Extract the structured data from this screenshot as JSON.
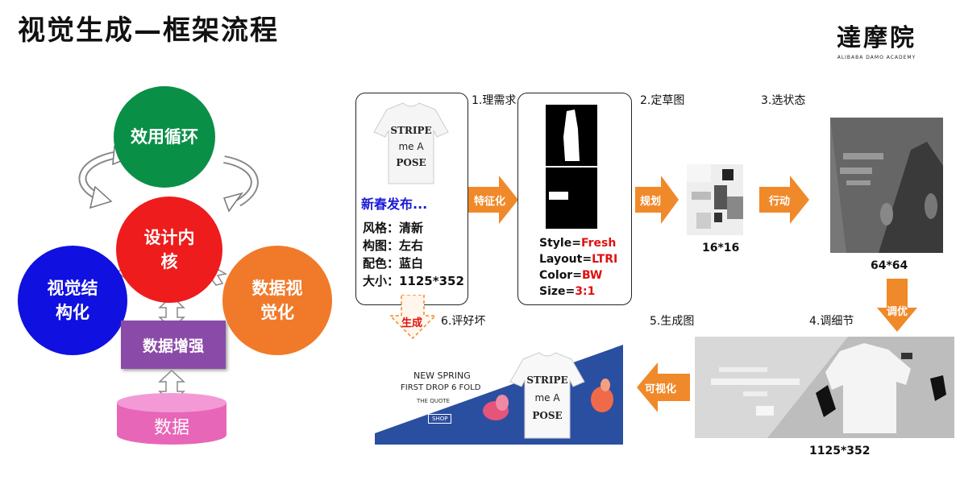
{
  "title": "视觉生成—框架流程",
  "logo": {
    "cn": "達摩院",
    "en": "ALIBABA DAMO ACADEMY"
  },
  "framework": {
    "loop": "效用循环",
    "core": "设计内核",
    "structure": "视觉结构化",
    "visualize": "数据视觉化",
    "augment": "数据增强",
    "data": "数据"
  },
  "flow": {
    "requirement": {
      "label": "1.理需求",
      "headline": "新春发布...",
      "lines": [
        "风格：清新",
        "构图：左右",
        "配色：蓝白",
        "大小：1125*352"
      ]
    },
    "feature_arrow": "特征化",
    "sketch": {
      "label": "2.定草图",
      "specs": [
        {
          "key": "Style=",
          "val": "Fresh"
        },
        {
          "key": "Layout=",
          "val": "LTRI"
        },
        {
          "key": "Color=",
          "val": "BW"
        },
        {
          "key": "Size=",
          "val": "3:1"
        }
      ]
    },
    "plan_arrow": "规划",
    "small_size": "16*16",
    "state_label": "3.选状态",
    "act_arrow": "行动",
    "mid_size": "64*64",
    "tune_arrow": "调优",
    "detail_label": "4.调细节",
    "large_size": "1125*352",
    "gen_label": "5.生成图",
    "vis_arrow": "可视化",
    "eval_label": "6.评好坏",
    "gen_arrow": "生成",
    "banner": {
      "line1": "NEW SPRING",
      "line2": "FIRST DROP 6 FOLD",
      "line3": "THE QUOTE",
      "button": "SHOP"
    },
    "shirt_text": [
      "STRIPE",
      "me A",
      "POSE"
    ]
  },
  "colors": {
    "green": "#0a8f47",
    "red": "#ee1c1c",
    "blue": "#1010e0",
    "orange": "#f07a2a",
    "purple": "#8a4aa8",
    "pink": "#e766b8",
    "arrow_orange": "#f0892a",
    "spec_red": "#e01010",
    "headline_blue": "#1a1ad8"
  }
}
